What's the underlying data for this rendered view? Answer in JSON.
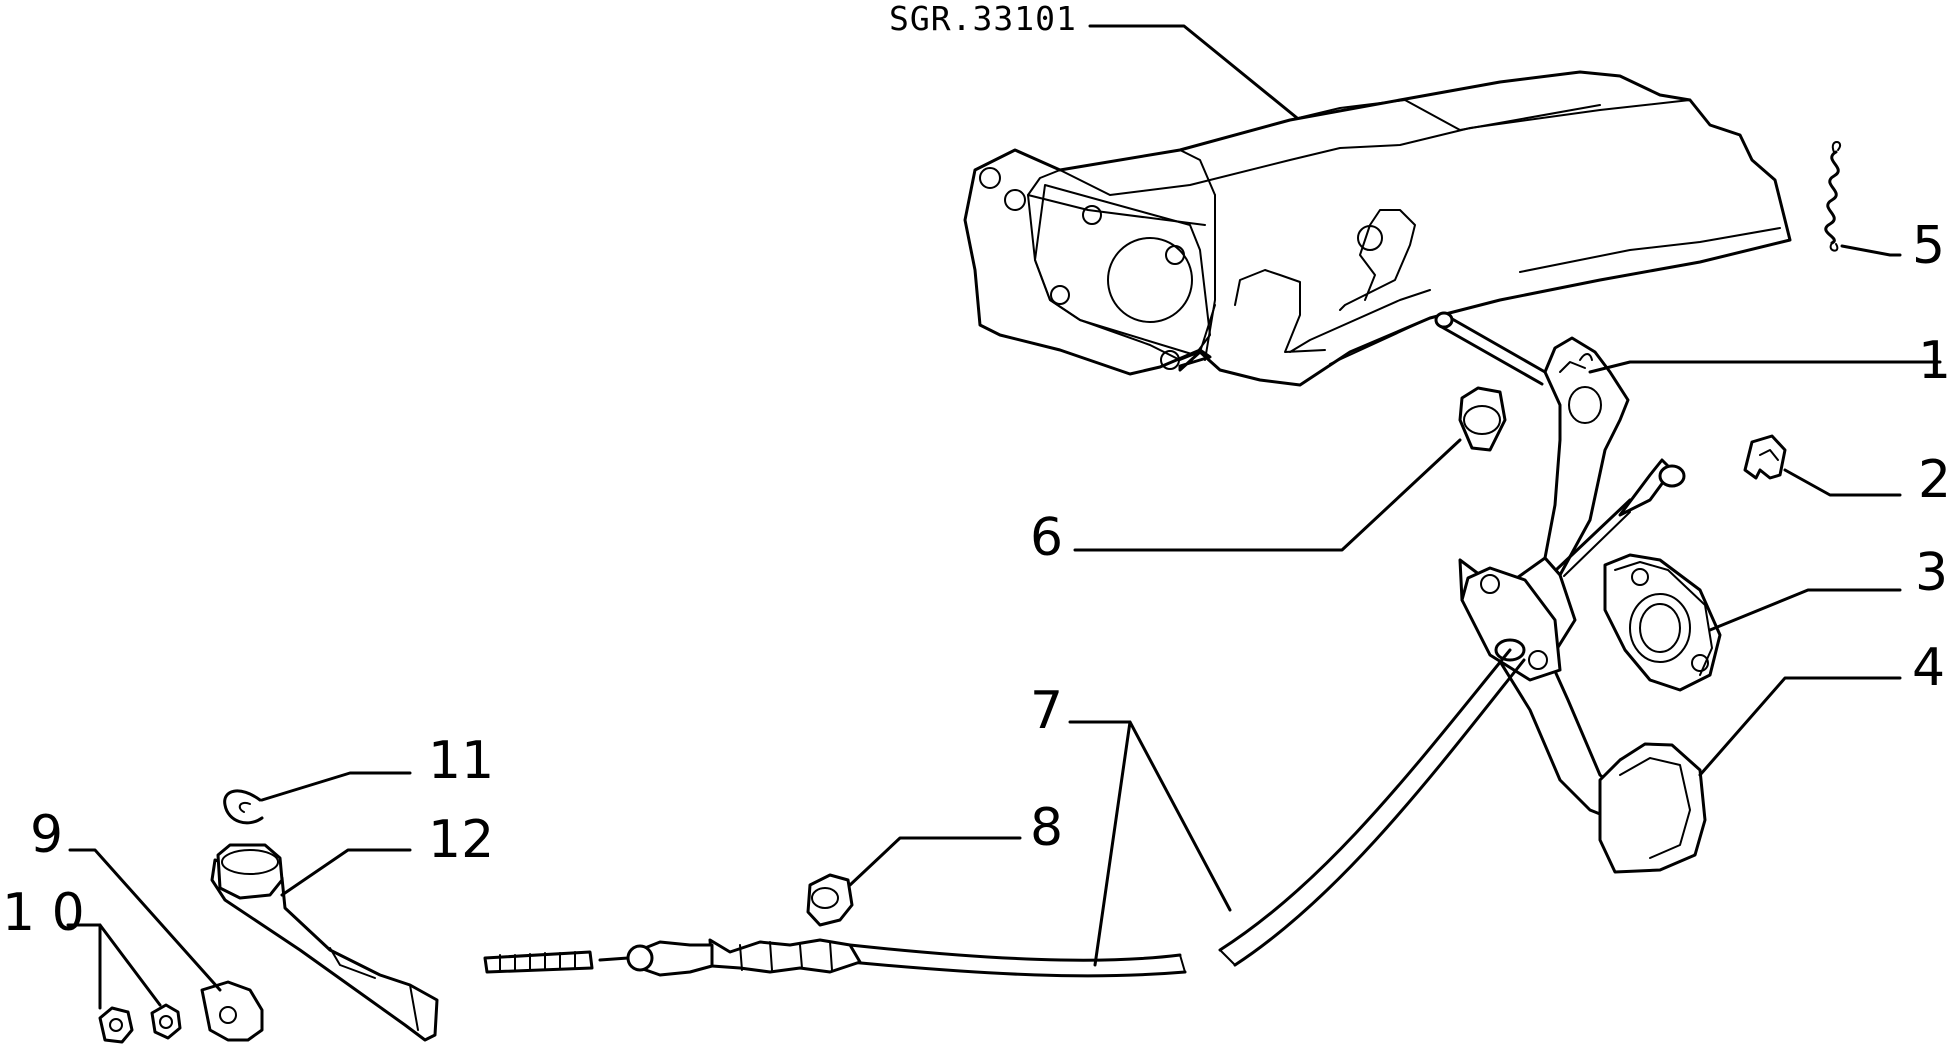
{
  "reference_code": "SGR.33101",
  "callouts": [
    {
      "id": "1",
      "label": "1"
    },
    {
      "id": "2",
      "label": "2"
    },
    {
      "id": "3",
      "label": "3"
    },
    {
      "id": "4",
      "label": "4"
    },
    {
      "id": "5",
      "label": "5"
    },
    {
      "id": "6",
      "label": "6"
    },
    {
      "id": "7",
      "label": "7"
    },
    {
      "id": "8",
      "label": "8"
    },
    {
      "id": "9",
      "label": "9"
    },
    {
      "id": "10",
      "label": "1 0"
    },
    {
      "id": "11",
      "label": "11"
    },
    {
      "id": "12",
      "label": "12"
    }
  ]
}
